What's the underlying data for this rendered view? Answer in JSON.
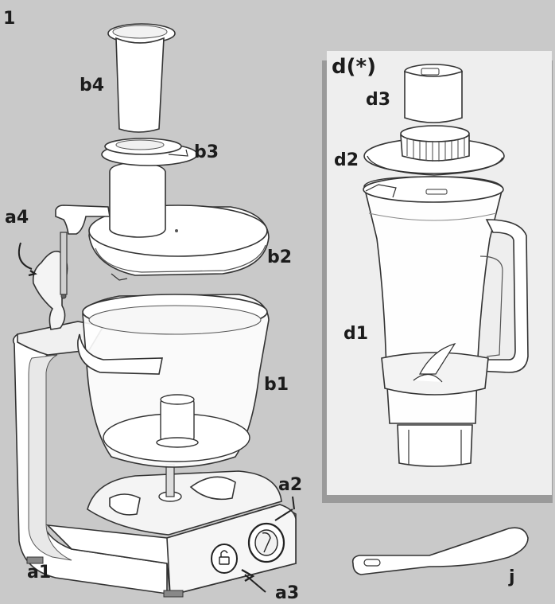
{
  "figure_number": "1",
  "labels": {
    "a1": "a1",
    "a2": "a2",
    "a3": "a3",
    "a4": "a4",
    "b1": "b1",
    "b2": "b2",
    "b3": "b3",
    "b4": "b4",
    "d_group": "d(*)",
    "d1": "d1",
    "d2": "d2",
    "d3": "d3",
    "j": "j"
  },
  "colors": {
    "background": "#c9c9c9",
    "panel": "#eeeeee",
    "panel_shadow": "#9a9a9a",
    "outline": "#333333",
    "part_white": "#ffffff",
    "part_light": "#f2f2f2"
  }
}
